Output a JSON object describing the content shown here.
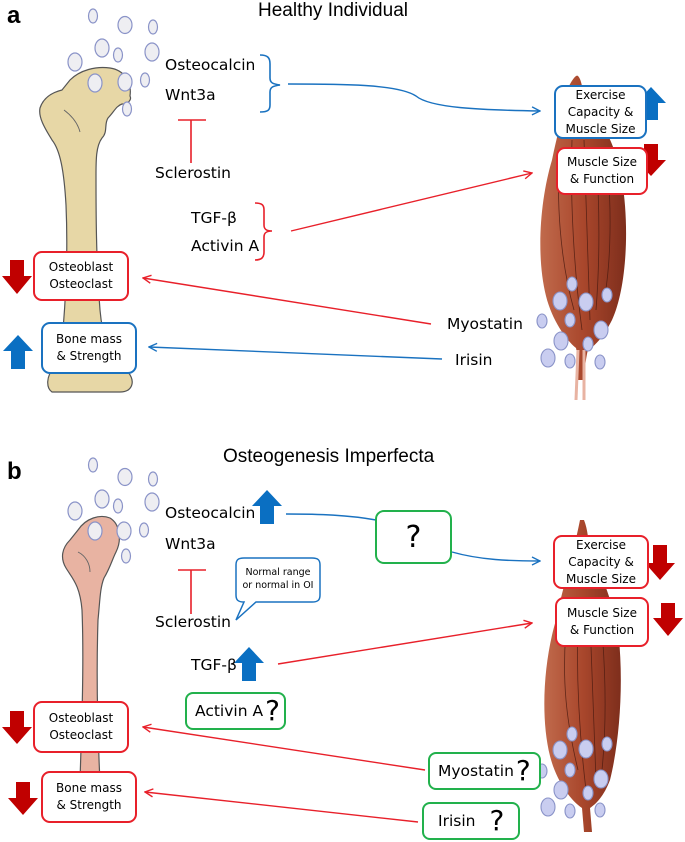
{
  "panels": [
    {
      "letter": "a",
      "title": "Healthy Individual",
      "bone_factors": [
        "Osteocalcin",
        "Wnt3a"
      ],
      "inhibitor": "Sclerostin",
      "tgf_group": [
        "TGF-β",
        "Activin A"
      ],
      "muscle_factors": {
        "myostatin": "Myostatin",
        "irisin": "Irisin"
      },
      "boxes": {
        "exercise": {
          "line1": "Exercise",
          "line2": "Capacity &",
          "line3": "Muscle Size",
          "trend": "up",
          "color": "blue"
        },
        "muscle_function": {
          "line1": "Muscle Size",
          "line2": "& Function",
          "trend": "down",
          "color": "red"
        },
        "osteo": {
          "line1": "Osteoblast",
          "line2": "Osteoclast",
          "trend": "down",
          "color": "red"
        },
        "bone_mass": {
          "line1": "Bone mass",
          "line2": "& Strength",
          "trend": "up",
          "color": "blue"
        }
      }
    },
    {
      "letter": "b",
      "title": "Osteogenesis Imperfecta",
      "bone_factors": [
        "Osteocalcin",
        "Wnt3a"
      ],
      "osteocalcin_trend": "up",
      "inhibitor": "Sclerostin",
      "callout": {
        "line1": "Normal range",
        "line2": "or normal in OI"
      },
      "unknown_mediator": "?",
      "tgf": "TGF-β",
      "tgf_trend": "up",
      "activin": "Activin A",
      "activin_q": "?",
      "muscle_factors": {
        "myostatin": "Myostatin",
        "myostatin_q": "?",
        "irisin": "Irisin",
        "irisin_q": "?"
      },
      "boxes": {
        "exercise": {
          "line1": "Exercise",
          "line2": "Capacity &",
          "line3": "Muscle Size",
          "trend": "down",
          "color": "red"
        },
        "muscle_function": {
          "line1": "Muscle Size",
          "line2": "& Function",
          "trend": "down",
          "color": "red"
        },
        "osteo": {
          "line1": "Osteoblast",
          "line2": "Osteoclast",
          "trend": "down",
          "color": "red"
        },
        "bone_mass": {
          "line1": "Bone mass",
          "line2": "& Strength",
          "trend": "down",
          "color": "red"
        }
      }
    }
  ],
  "colors": {
    "inhibit_red": "#e8202a",
    "stimulate_blue": "#1a72c0",
    "unknown_green": "#22b14c",
    "up_arrow": "#0a6fc2",
    "down_arrow": "#c00000",
    "healthy_bone": "#e7d7a6",
    "oi_bone": "#e8b3a2",
    "muscle": "#a0452a",
    "vesicle_fill": "#c9cdf0",
    "vesicle_light": "#eeeef2"
  }
}
